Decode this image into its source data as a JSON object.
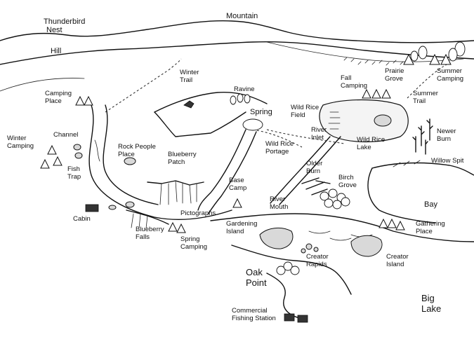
{
  "map": {
    "labels": {
      "thunderbird_nest": [
        "Thunderbird",
        "Nest"
      ],
      "mountain": "Mountain",
      "hill": "Hill",
      "winter_trail": [
        "Winter",
        "Trail"
      ],
      "ravine": "Ravine",
      "fall_camping": [
        "Fall",
        "Camping"
      ],
      "prairie_grove": [
        "Prairie",
        "Grove"
      ],
      "summer_camping": [
        "Summer",
        "Camping"
      ],
      "summer_trail": [
        "Summer",
        "Trail"
      ],
      "camping_place": [
        "Camping",
        "Place"
      ],
      "spring": "Spring",
      "wild_rice_field": [
        "Wild Rice",
        "Field"
      ],
      "newer_burn": [
        "Newer",
        "Burn"
      ],
      "channel": "Channel",
      "winter_camping": [
        "Winter",
        "Camping"
      ],
      "river_inlet": [
        "River",
        "Inlet"
      ],
      "wild_rice_lake": [
        "Wild Rice",
        "Lake"
      ],
      "rock_people_place": [
        "Rock People",
        "Place"
      ],
      "wild_rice_portage": [
        "Wild Rice",
        "Portage"
      ],
      "blueberry_patch": [
        "Blueberry",
        "Patch"
      ],
      "willow_spit": "Willow Spit",
      "fish_trap": [
        "Fish",
        "Trap"
      ],
      "older_burn": [
        "Older",
        "Burn"
      ],
      "birch_grove": [
        "Birch",
        "Grove"
      ],
      "base_camp": [
        "Base",
        "Camp"
      ],
      "bay": "Bay",
      "river_mouth": [
        "River",
        "Mouth"
      ],
      "cabin": "Cabin",
      "pictographs": "Pictographs",
      "gardening_island": [
        "Gardening",
        "Island"
      ],
      "gathering_place": [
        "Gathering",
        "Place"
      ],
      "blueberry_falls": [
        "Blueberry",
        "Falls"
      ],
      "spring_camping": [
        "Spring",
        "Camping"
      ],
      "creator_rapids": [
        "Creator",
        "Rapids"
      ],
      "creator_island": [
        "Creator",
        "Island"
      ],
      "oak_point": [
        "Oak",
        "Point"
      ],
      "big_lake": [
        "Big",
        "Lake"
      ],
      "commercial_fishing_station": [
        "Commercial",
        "Fishing Station"
      ]
    }
  }
}
